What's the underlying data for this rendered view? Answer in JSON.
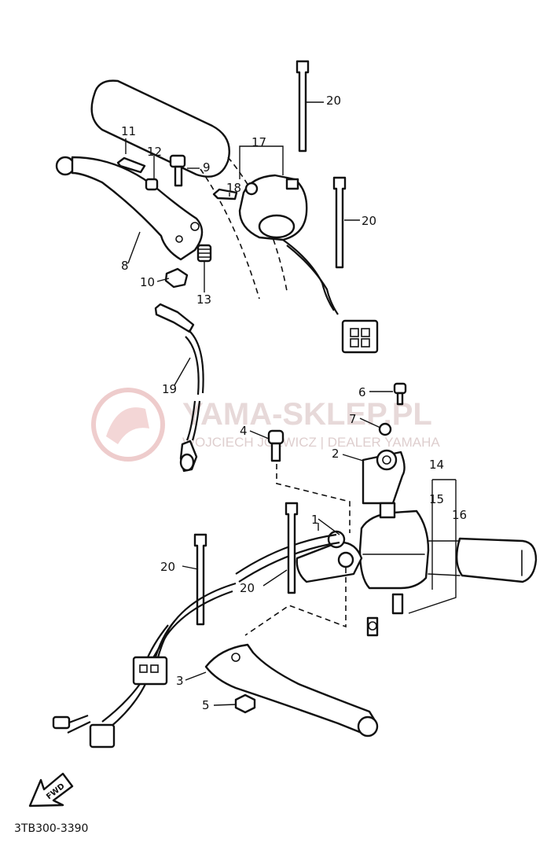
{
  "diagram": {
    "part_code": "3TB300-3390",
    "fwd_label": "FWD",
    "watermark": {
      "title": "YAMA-SKLEP.PL",
      "subtitle": "WOJCIECH JÓZWICZ | DEALER YAMAHA",
      "color": "#e8b7b7"
    },
    "callouts": {
      "c1": "1",
      "c2": "2",
      "c3": "3",
      "c4": "4",
      "c5": "5",
      "c6": "6",
      "c7": "7",
      "c8": "8",
      "c9": "9",
      "c10": "10",
      "c11": "11",
      "c12": "12",
      "c13": "13",
      "c14": "14",
      "c15": "15",
      "c16": "16",
      "c17": "17",
      "c18": "18",
      "c19": "19",
      "c20a": "20",
      "c20b": "20",
      "c20c": "20",
      "c20d": "20"
    }
  }
}
